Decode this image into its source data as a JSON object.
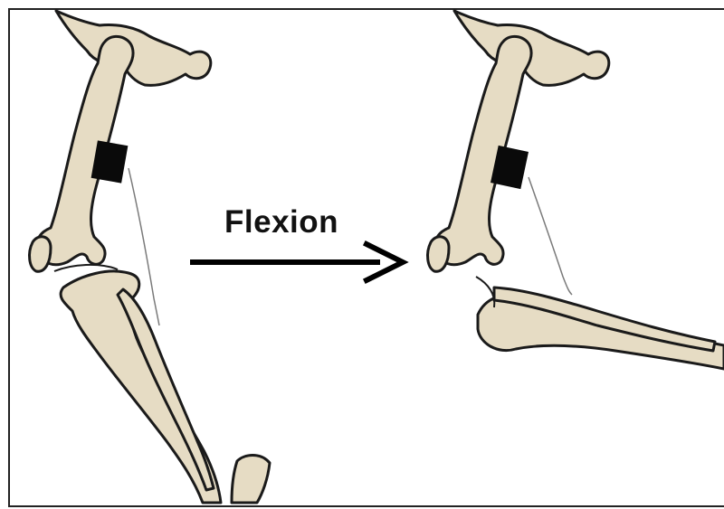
{
  "labels": {
    "flexion": "Flexion"
  },
  "colors": {
    "bone_fill": "#e6dcc4",
    "bone_outline": "#1a1a1a",
    "marker": "#0a0a0a",
    "arrow": "#000000",
    "frame": "#222222",
    "background": "#ffffff"
  },
  "panels": [
    {
      "name": "extended-limb",
      "state": "extended"
    },
    {
      "name": "flexed-limb",
      "state": "flexed"
    }
  ]
}
